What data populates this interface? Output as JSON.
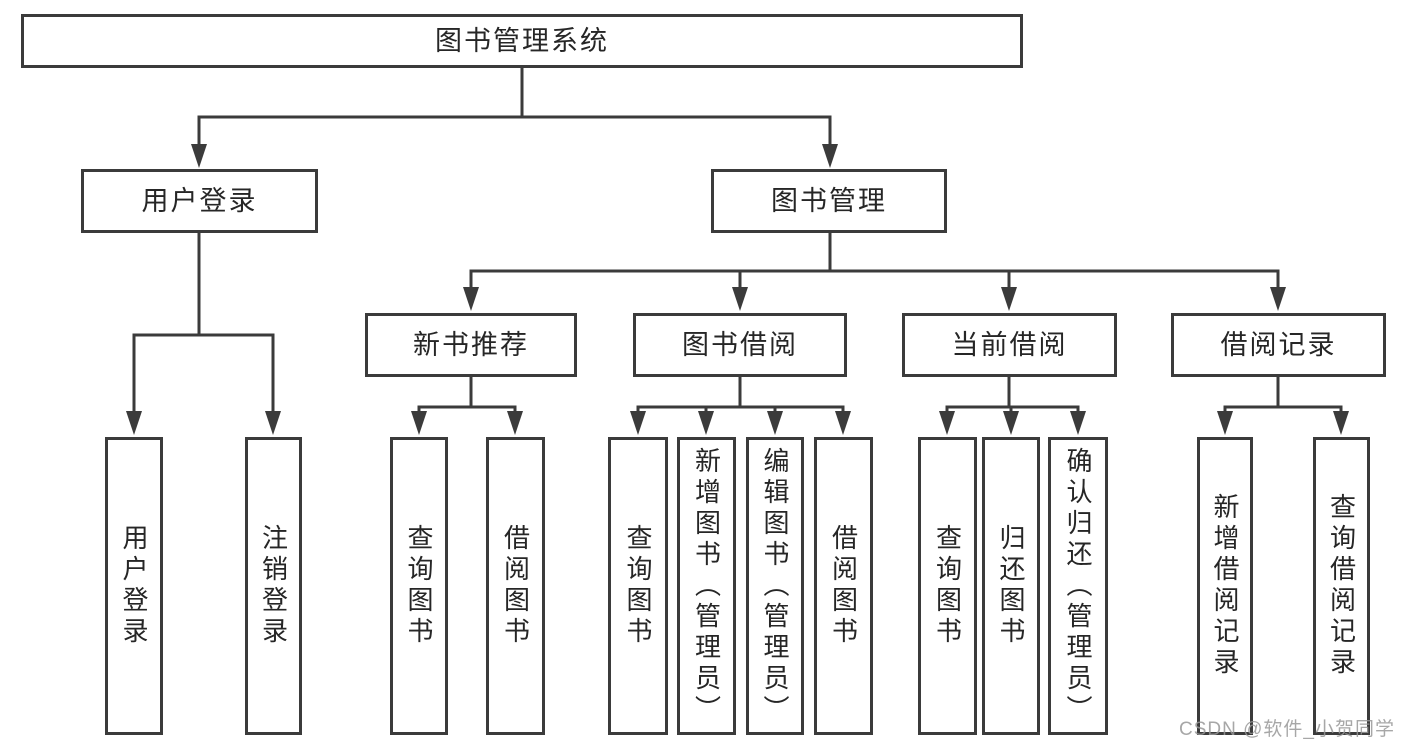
{
  "diagram": {
    "root": {
      "label": "图书管理系统"
    },
    "level2": [
      {
        "id": "user-login",
        "label": "用户登录"
      },
      {
        "id": "book-management",
        "label": "图书管理"
      }
    ],
    "level3": [
      {
        "id": "new-book-recommend",
        "label": "新书推荐",
        "parent": "图书管理"
      },
      {
        "id": "book-borrowing",
        "label": "图书借阅",
        "parent": "图书管理"
      },
      {
        "id": "current-borrowing",
        "label": "当前借阅",
        "parent": "图书管理"
      },
      {
        "id": "borrowing-records",
        "label": "借阅记录",
        "parent": "图书管理"
      }
    ],
    "leaves": [
      {
        "label": "用户登录",
        "parent": "用户登录"
      },
      {
        "label": "注销登录",
        "parent": "用户登录"
      },
      {
        "label": "查询图书",
        "parent": "新书推荐"
      },
      {
        "label": "借阅图书",
        "parent": "新书推荐"
      },
      {
        "label": "查询图书",
        "parent": "图书借阅"
      },
      {
        "label": "新增图书（管理员）",
        "parent": "图书借阅"
      },
      {
        "label": "编辑图书（管理员）",
        "parent": "图书借阅"
      },
      {
        "label": "借阅图书",
        "parent": "图书借阅"
      },
      {
        "label": "查询图书",
        "parent": "当前借阅"
      },
      {
        "label": "归还图书",
        "parent": "当前借阅"
      },
      {
        "label": "确认归还（管理员）",
        "parent": "当前借阅"
      },
      {
        "label": "新增借阅记录",
        "parent": "借阅记录"
      },
      {
        "label": "查询借阅记录",
        "parent": "借阅记录"
      }
    ],
    "watermark": "CSDN @软件_小贺同学",
    "colors": {
      "line": "#3b3b3b",
      "text": "#262626",
      "background": "#ffffff",
      "watermark": "#989898"
    }
  }
}
